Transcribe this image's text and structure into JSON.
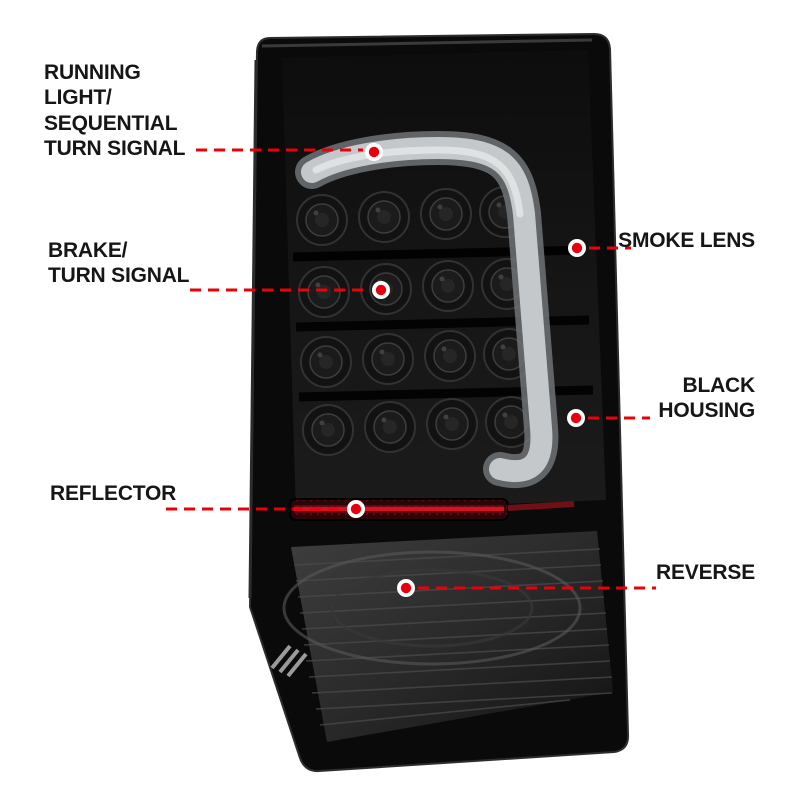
{
  "colors": {
    "callout_red": "#e8000d",
    "reflector_red": "#c1121f",
    "housing_black": "#0a0a0a",
    "light_bar_gray": "#c4c8ca",
    "background": "#ffffff"
  },
  "callouts": {
    "running": {
      "label": "RUNNING\nLIGHT/\nSEQUENTIAL\nTURN SIGNAL"
    },
    "brake": {
      "label": "BRAKE/\nTURN SIGNAL"
    },
    "reflector": {
      "label": "REFLECTOR"
    },
    "smoke": {
      "label": "SMOKE LENS"
    },
    "housing": {
      "label": "BLACK\nHOUSING"
    },
    "reverse": {
      "label": "REVERSE"
    }
  }
}
